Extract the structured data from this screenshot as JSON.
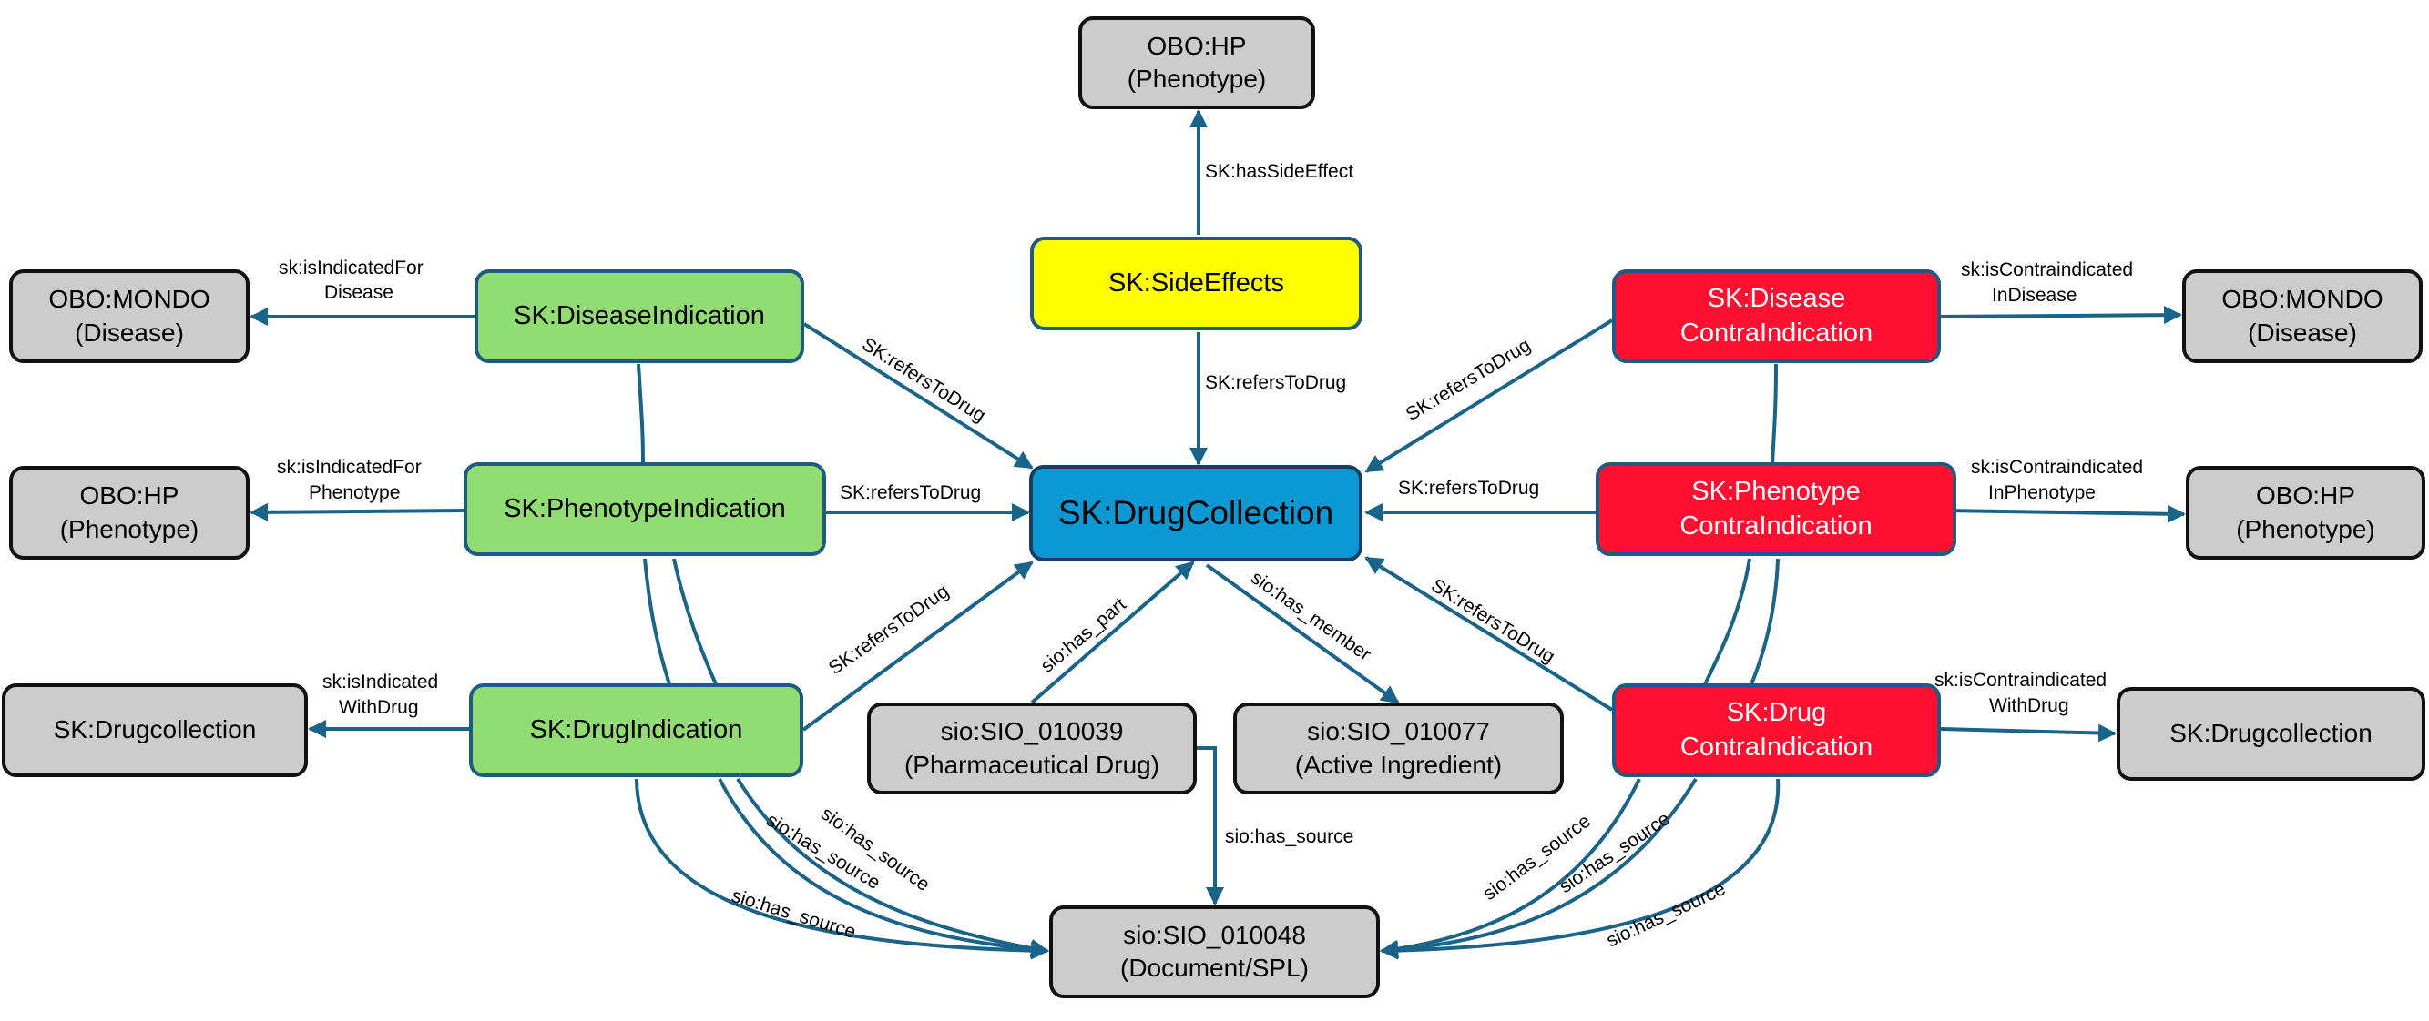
{
  "colors": {
    "edge": "#1a6489",
    "gray_node": "#cccccc",
    "green_node": "#92dc74",
    "red_node": "#ff1030",
    "yellow_node": "#ffff00",
    "blue_node": "#0c98d2"
  },
  "nodes": {
    "hp_top": {
      "line1": "OBO:HP",
      "line2": "(Phenotype)"
    },
    "side_effects": {
      "line1": "SK:SideEffects"
    },
    "drug_collection": {
      "line1": "SK:DrugCollection"
    },
    "disease_indication": {
      "line1": "SK:DiseaseIndication"
    },
    "phenotype_indication": {
      "line1": "SK:PhenotypeIndication"
    },
    "drug_indication": {
      "line1": "SK:DrugIndication"
    },
    "mondo_left": {
      "line1": "OBO:MONDO",
      "line2": "(Disease)"
    },
    "hp_left": {
      "line1": "OBO:HP",
      "line2": "(Phenotype)"
    },
    "drugcollection_left": {
      "line1": "SK:Drugcollection"
    },
    "disease_contra": {
      "line1": "SK:Disease",
      "line2": "ContraIndication"
    },
    "phenotype_contra": {
      "line1": "SK:Phenotype",
      "line2": "ContraIndication"
    },
    "drug_contra": {
      "line1": "SK:Drug",
      "line2": "ContraIndication"
    },
    "mondo_right": {
      "line1": "OBO:MONDO",
      "line2": "(Disease)"
    },
    "hp_right": {
      "line1": "OBO:HP",
      "line2": "(Phenotype)"
    },
    "drugcollection_right": {
      "line1": "SK:Drugcollection"
    },
    "pharm_drug": {
      "line1": "sio:SIO_010039",
      "line2": "(Pharmaceutical Drug)"
    },
    "active_ingredient": {
      "line1": "sio:SIO_010077",
      "line2": "(Active Ingredient)"
    },
    "document": {
      "line1": "sio:SIO_010048",
      "line2": "(Document/SPL)"
    }
  },
  "edges": {
    "has_side_effect": "SK:hasSideEffect",
    "side_effects_refers": "SK:refersToDrug",
    "disease_ind_refers": "SK:refersToDrug",
    "phenotype_ind_refers": "SK:refersToDrug",
    "drug_ind_refers": "SK:refersToDrug",
    "disease_contra_refers": "SK:refersToDrug",
    "phenotype_contra_refers": "SK:refersToDrug",
    "drug_contra_refers": "SK:refersToDrug",
    "indicated_disease": {
      "line1": "sk:isIndicatedFor",
      "line2": "Disease"
    },
    "indicated_phenotype": {
      "line1": "sk:isIndicatedFor",
      "line2": "Phenotype"
    },
    "indicated_drug": {
      "line1": "sk:isIndicated",
      "line2": "WithDrug"
    },
    "contra_disease": {
      "line1": "sk:isContraindicated",
      "line2": "InDisease"
    },
    "contra_phenotype": {
      "line1": "sk:isContraindicated",
      "line2": "InPhenotype"
    },
    "contra_drug": {
      "line1": "sk:isContraindicated",
      "line2": "WithDrug"
    },
    "has_part": "sio:has_part",
    "has_member": "sio:has_member",
    "pharm_source": "sio:has_source",
    "left_source_1": "sio:has_source",
    "left_source_2": "sio:has_source",
    "left_source_3": "sio:has_source",
    "right_source_1": "sio:has_source",
    "right_source_2": "sio:has_source",
    "right_source_3": "sio:has_source"
  }
}
